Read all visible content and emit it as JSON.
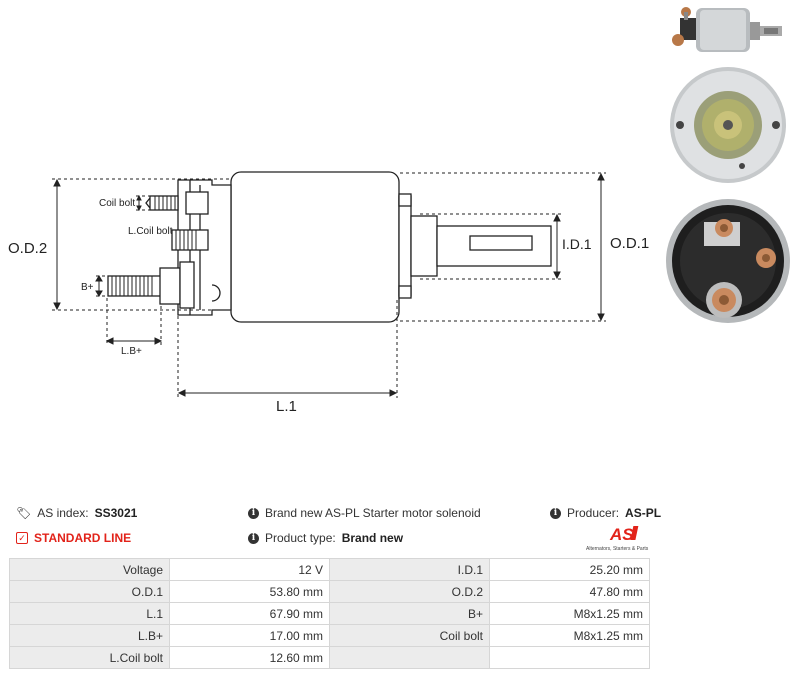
{
  "diagram": {
    "labels": {
      "od2": "O.D.2",
      "od1": "O.D.1",
      "id1": "I.D.1",
      "l1": "L.1",
      "lbplus": "L.B+",
      "bplus": "B+",
      "coil_bolt": "Coil bolt",
      "l_coil_bolt": "L.Coil bolt"
    }
  },
  "info": {
    "as_index_label": "AS index:",
    "as_index_value": "SS3021",
    "standard_line": "STANDARD LINE",
    "description": "Brand new AS-PL Starter motor solenoid",
    "product_type_label": "Product type:",
    "product_type_value": "Brand new",
    "producer_label": "Producer:",
    "producer_value": "AS-PL"
  },
  "logo": {
    "text": "AS",
    "tagline": "Alternators, Starters & Parts",
    "color": "#e2231a"
  },
  "specs": [
    {
      "l1": "Voltage",
      "v1": "12 V",
      "l2": "I.D.1",
      "v2": "25.20 mm"
    },
    {
      "l1": "O.D.1",
      "v1": "53.80 mm",
      "l2": "O.D.2",
      "v2": "47.80 mm"
    },
    {
      "l1": "L.1",
      "v1": "67.90 mm",
      "l2": "B+",
      "v2": "M8x1.25 mm"
    },
    {
      "l1": "L.B+",
      "v1": "17.00 mm",
      "l2": "Coil bolt",
      "v2": "M8x1.25 mm"
    },
    {
      "l1": "L.Coil bolt",
      "v1": "12.60 mm",
      "l2": "",
      "v2": ""
    }
  ]
}
